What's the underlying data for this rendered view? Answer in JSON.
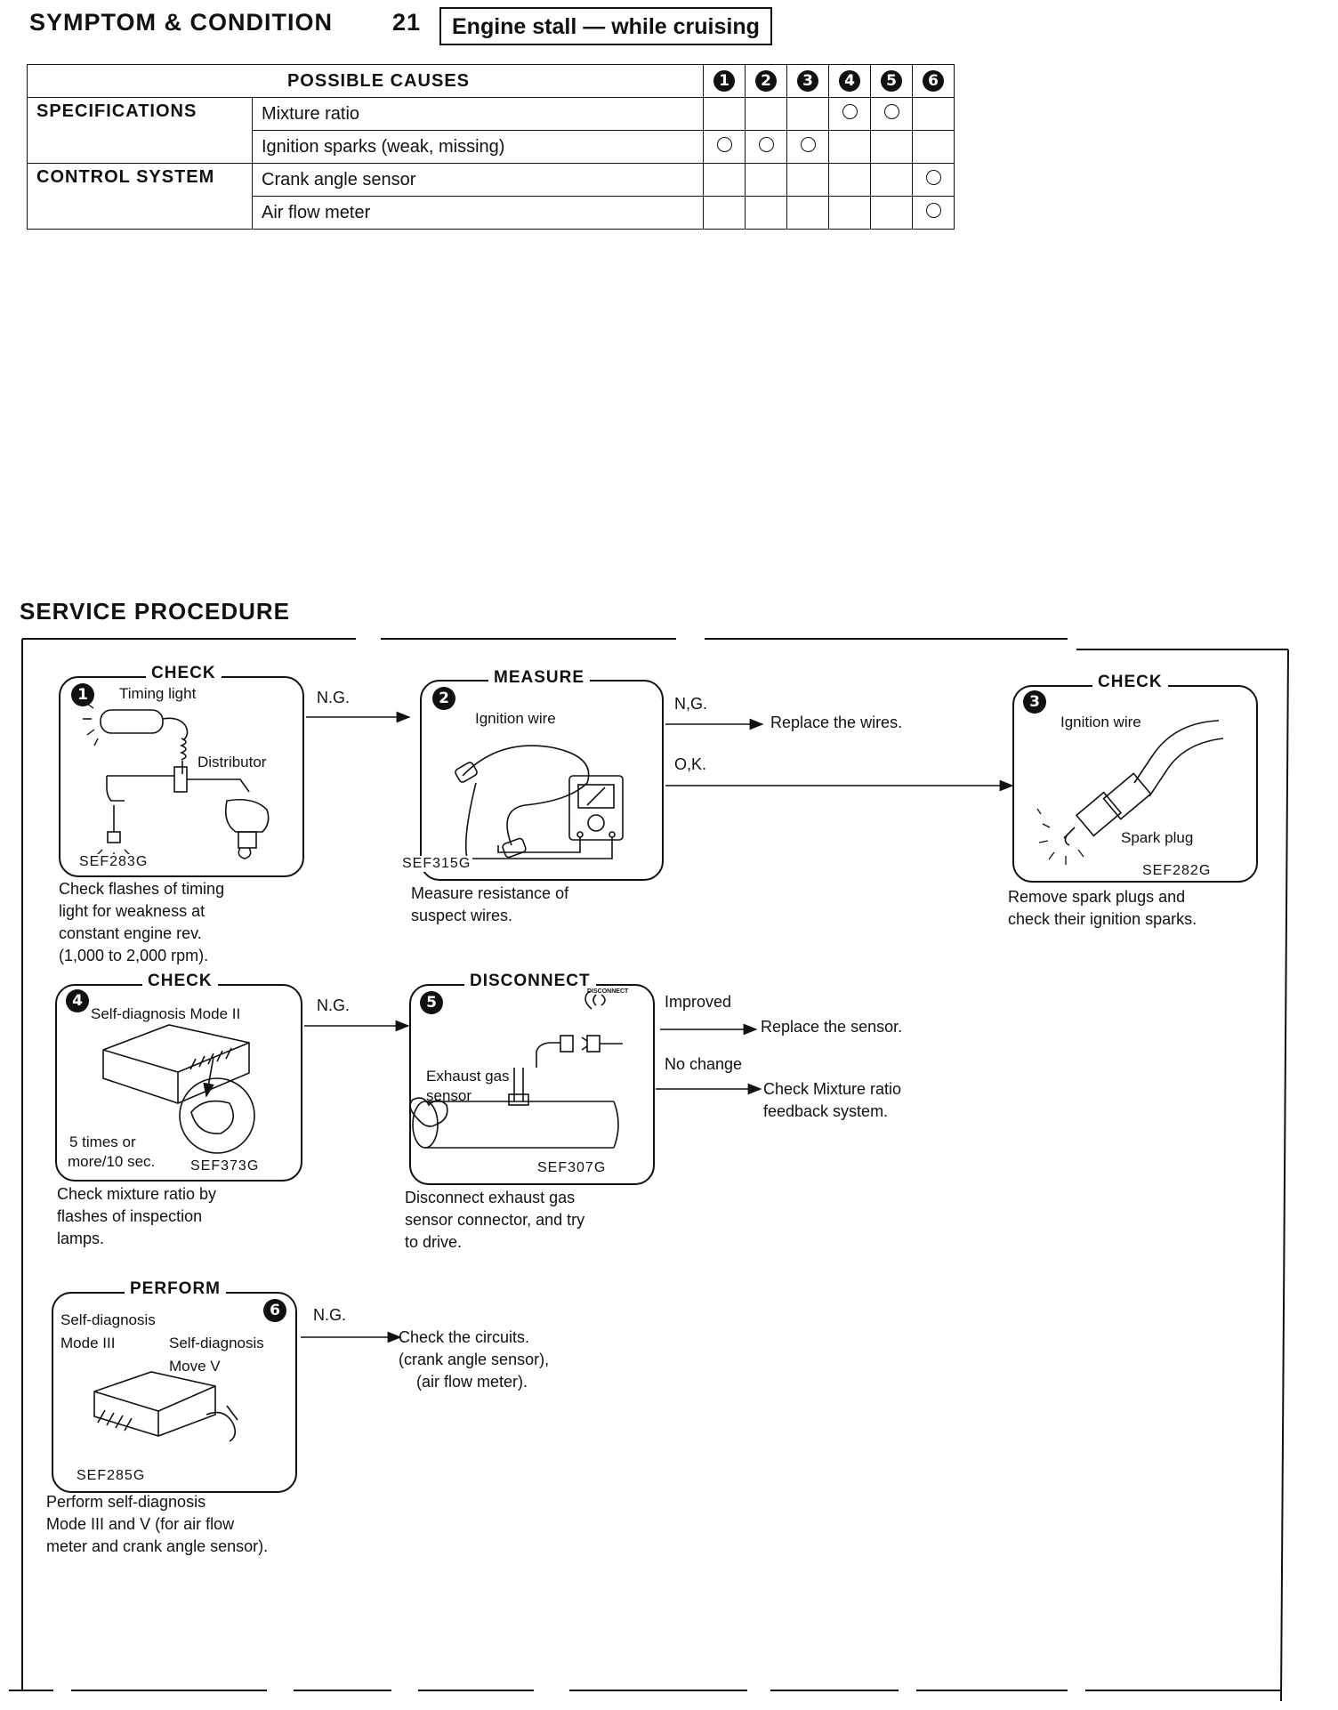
{
  "symptom": {
    "heading": "SYMPTOM & CONDITION",
    "number": "21",
    "title": "Engine stall — while cruising"
  },
  "causes_table": {
    "header": "POSSIBLE CAUSES",
    "columns": [
      "1",
      "2",
      "3",
      "4",
      "5",
      "6"
    ],
    "groups": [
      {
        "label": "SPECIFICATIONS",
        "rows": [
          {
            "label": "Mixture ratio",
            "marks": [
              false,
              false,
              false,
              true,
              true,
              false
            ]
          },
          {
            "label": "Ignition sparks (weak, missing)",
            "marks": [
              true,
              true,
              true,
              false,
              false,
              false
            ]
          }
        ]
      },
      {
        "label": "CONTROL SYSTEM",
        "rows": [
          {
            "label": "Crank angle sensor",
            "marks": [
              false,
              false,
              false,
              false,
              false,
              true
            ]
          },
          {
            "label": "Air flow meter",
            "marks": [
              false,
              false,
              false,
              false,
              false,
              true
            ]
          }
        ]
      }
    ]
  },
  "service": {
    "heading": "SERVICE PROCEDURE",
    "steps": {
      "s1": {
        "num": "1",
        "title": "CHECK",
        "labels": [
          "Timing light",
          "Distributor"
        ],
        "code": "SEF283G",
        "caption": [
          "Check flashes of timing",
          "light for weakness at",
          "constant engine rev.",
          "(1,000 to 2,000 rpm)."
        ]
      },
      "s2": {
        "num": "2",
        "title": "MEASURE",
        "labels": [
          "Ignition wire"
        ],
        "code": "SEF315G",
        "caption": [
          "Measure resistance of",
          "suspect wires."
        ]
      },
      "s3": {
        "num": "3",
        "title": "CHECK",
        "labels": [
          "Ignition wire",
          "Spark plug"
        ],
        "code": "SEF282G",
        "caption": [
          "Remove spark plugs and",
          "check their ignition sparks."
        ]
      },
      "s4": {
        "num": "4",
        "title": "CHECK",
        "labels": [
          "Self-diagnosis Mode II",
          "5 times or",
          "more/10 sec."
        ],
        "code": "SEF373G",
        "caption": [
          "Check mixture ratio by",
          "flashes of inspection",
          "lamps."
        ]
      },
      "s5": {
        "num": "5",
        "title": "DISCONNECT",
        "labels": [
          "Exhaust gas",
          "sensor",
          "DISCONNECT"
        ],
        "code": "SEF307G",
        "caption": [
          "Disconnect exhaust gas",
          "sensor connector, and try",
          "to drive."
        ]
      },
      "s6": {
        "num": "6",
        "title": "PERFORM",
        "labels": [
          "Self-diagnosis",
          "Mode III",
          "Self-diagnosis",
          "Move V"
        ],
        "code": "SEF285G",
        "caption": [
          "Perform self-diagnosis",
          "Mode III and V (for air flow",
          "meter and crank angle sensor)."
        ]
      }
    },
    "flow": {
      "ng": "N.G.",
      "ng_comma": "N,G.",
      "ok": "O,K.",
      "replace_wires": "Replace the wires.",
      "improved": "Improved",
      "replace_sensor": "Replace the sensor.",
      "no_change": "No change",
      "check_mixture": [
        "Check Mixture ratio",
        "feedback system."
      ],
      "check_circuits": [
        "Check the circuits.",
        "(crank angle sensor),",
        "(air flow meter)."
      ]
    }
  }
}
